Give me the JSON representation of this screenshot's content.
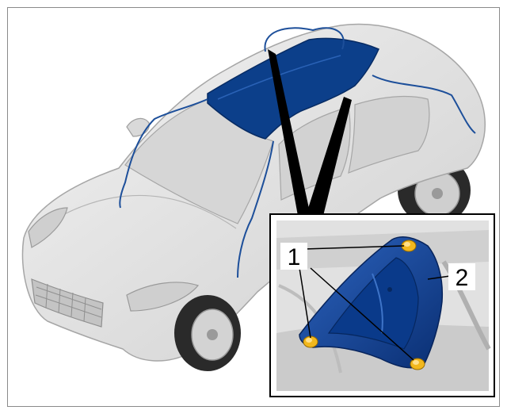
{
  "callouts": [
    {
      "id": "1",
      "label": "1"
    },
    {
      "id": "2",
      "label": "2"
    }
  ],
  "colors": {
    "frame": "#8a8a8a",
    "car_body": "#e3e3e3",
    "car_outline": "#a6a6a6",
    "glass": "#d2d2d2",
    "sunroof": "#0c3f8a",
    "drain_hose": "#1d4f9a",
    "part_blue": "#0f4aa0",
    "fastener": "#f2b81e",
    "leader": "#000000"
  },
  "icons": {
    "fastener": "bolt-icon",
    "part": "sunroof-bracket-icon"
  }
}
